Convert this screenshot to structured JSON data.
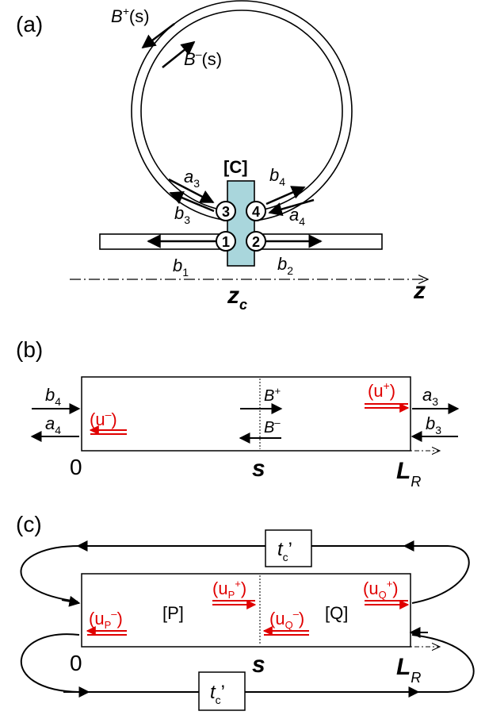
{
  "panel_a": {
    "label": "(a)",
    "coupler_label": "[C]",
    "b_plus": "B",
    "b_plus_sup": "+",
    "b_plus_arg": "(s)",
    "b_minus": "B",
    "b_minus_sup": "–",
    "b_minus_arg": "(s)",
    "port1": "1",
    "port2": "2",
    "port3": "3",
    "port4": "4",
    "a3": "a",
    "a3_sub": "3",
    "b3": "b",
    "b3_sub": "3",
    "a4": "a",
    "a4_sub": "4",
    "b4": "b",
    "b4_sub": "4",
    "b1": "b",
    "b1_sub": "1",
    "b2": "b",
    "b2_sub": "2",
    "zc": "z",
    "zc_sub": "c",
    "z": "z",
    "colors": {
      "coupler": "#a9d6dc"
    }
  },
  "panel_b": {
    "label": "(b)",
    "b4": "b",
    "b4_sub": "4",
    "a4": "a",
    "a4_sub": "4",
    "a3": "a",
    "a3_sub": "3",
    "b3": "b",
    "b3_sub": "3",
    "u_minus": "(u",
    "u_minus_sup": "–",
    "u_minus_close": ")",
    "u_plus": "(u",
    "u_plus_sup": "+",
    "u_plus_close": ")",
    "B_plus": "B",
    "B_plus_sup": "+",
    "B_minus": "B",
    "B_minus_sup": "–",
    "zero": "0",
    "s": "s",
    "L": "L",
    "L_sub": "R"
  },
  "panel_c": {
    "label": "(c)",
    "tc_top": "t",
    "tc_top_sub": "c",
    "tc_top_prime": "’",
    "tc_bottom": "t",
    "tc_bottom_sub": "c",
    "tc_bottom_prime": "’",
    "P": "[P]",
    "Q": "[Q]",
    "uP_minus": "(u",
    "uP_minus_sub": "P",
    "uP_minus_sup": "–",
    "uP_minus_close": ")",
    "uP_plus": "(u",
    "uP_plus_sub": "P",
    "uP_plus_sup": "+",
    "uP_plus_close": ")",
    "uQ_minus": "(u",
    "uQ_minus_sub": "Q",
    "uQ_minus_sup": "–",
    "uQ_minus_close": ")",
    "uQ_plus": "(u",
    "uQ_plus_sub": "Q",
    "uQ_plus_sup": "+",
    "uQ_plus_close": ")",
    "zero": "0",
    "s": "s",
    "L": "L",
    "L_sub": "R"
  },
  "colors": {
    "highlight": "#e00000",
    "ink": "#000000"
  }
}
